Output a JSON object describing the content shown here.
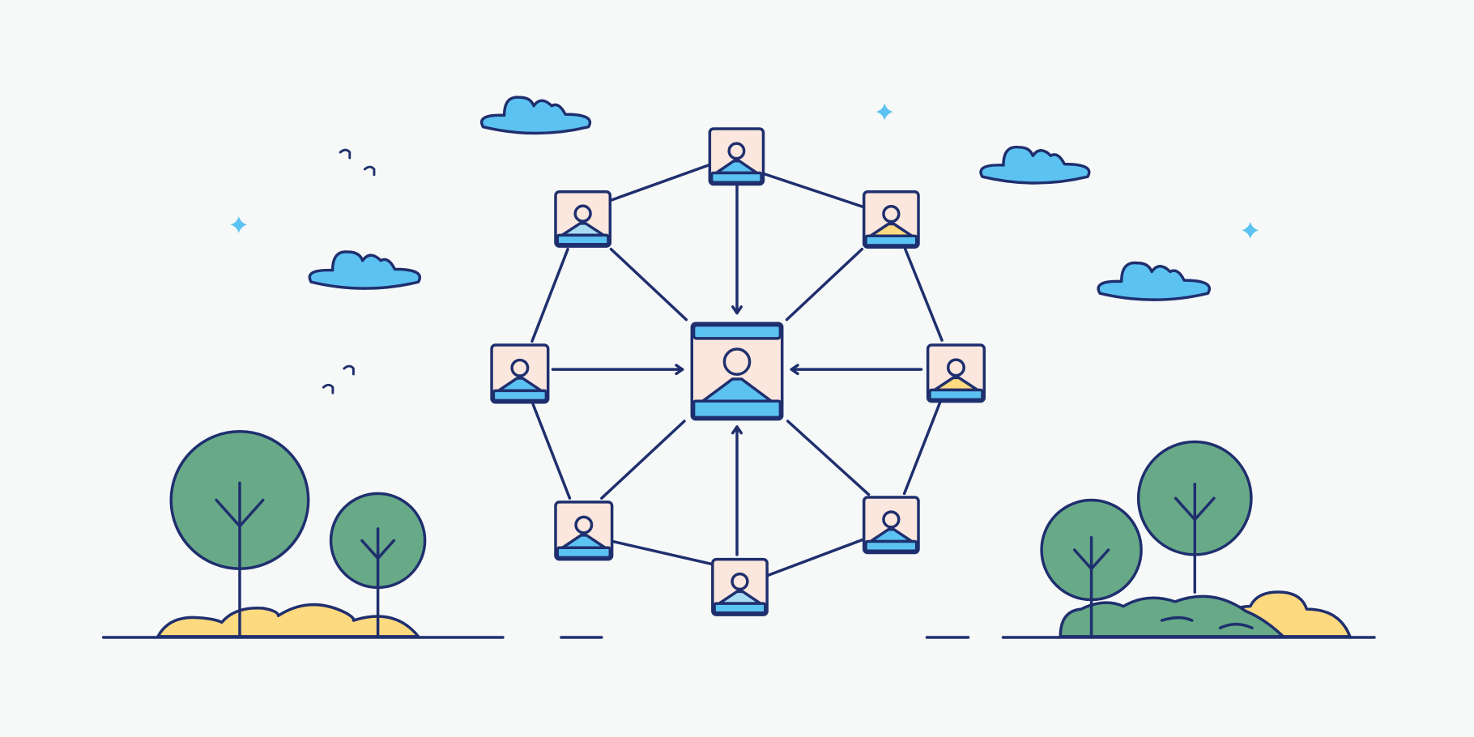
{
  "colors": {
    "background": "#f6f9f8",
    "stroke": "#1f2f6e",
    "accent_blue": "#5cc2f2",
    "skin": "#fbe7dd",
    "tree_green": "#68aa88",
    "sand_yellow": "#fdd97f"
  },
  "network": {
    "center": {
      "shirt": "blue"
    },
    "nodes": [
      {
        "id": "top",
        "shirt": "blue",
        "arrow_to_center": true
      },
      {
        "id": "top-right",
        "shirt": "yellow",
        "arrow_to_center": false
      },
      {
        "id": "right",
        "shirt": "yellow",
        "arrow_to_center": true
      },
      {
        "id": "bottom-right",
        "shirt": "blue",
        "arrow_to_center": false
      },
      {
        "id": "bottom",
        "shirt": "light-blue",
        "arrow_to_center": true
      },
      {
        "id": "bottom-left",
        "shirt": "blue",
        "arrow_to_center": false
      },
      {
        "id": "left",
        "shirt": "blue",
        "arrow_to_center": true
      },
      {
        "id": "top-left",
        "shirt": "light-blue",
        "arrow_to_center": false
      }
    ]
  }
}
